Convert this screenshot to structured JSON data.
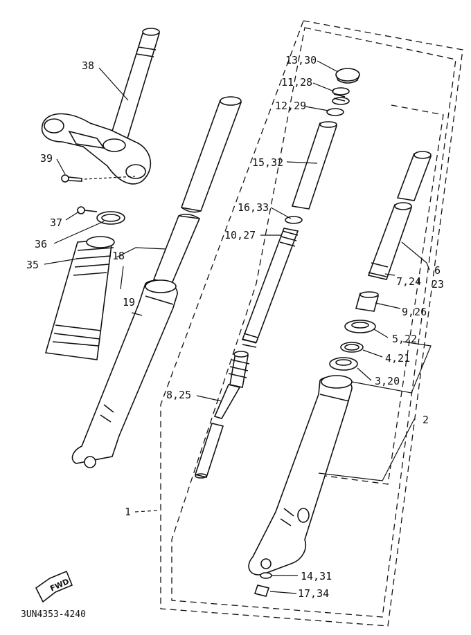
{
  "callouts": {
    "p1": "1",
    "p2": "2",
    "p3_20": "3,20",
    "p4_21": "4,21",
    "p5_22": "5,22",
    "p6": "6",
    "p23": "23",
    "p7_24": "7,24",
    "p8_25": "8,25",
    "p9_26": "9,26",
    "p10_27": "10,27",
    "p11_28": "11,28",
    "p12_29": "12,29",
    "p13_30": "13,30",
    "p14_31": "14,31",
    "p15_32": "15,32",
    "p16_33": "16,33",
    "p17_34": "17,34",
    "p18": "18",
    "p19": "19",
    "p35": "35",
    "p36": "36",
    "p37": "37",
    "p38": "38",
    "p39": "39"
  },
  "direction_badge": "FWD",
  "drawing_code": "3UN4353-4240"
}
